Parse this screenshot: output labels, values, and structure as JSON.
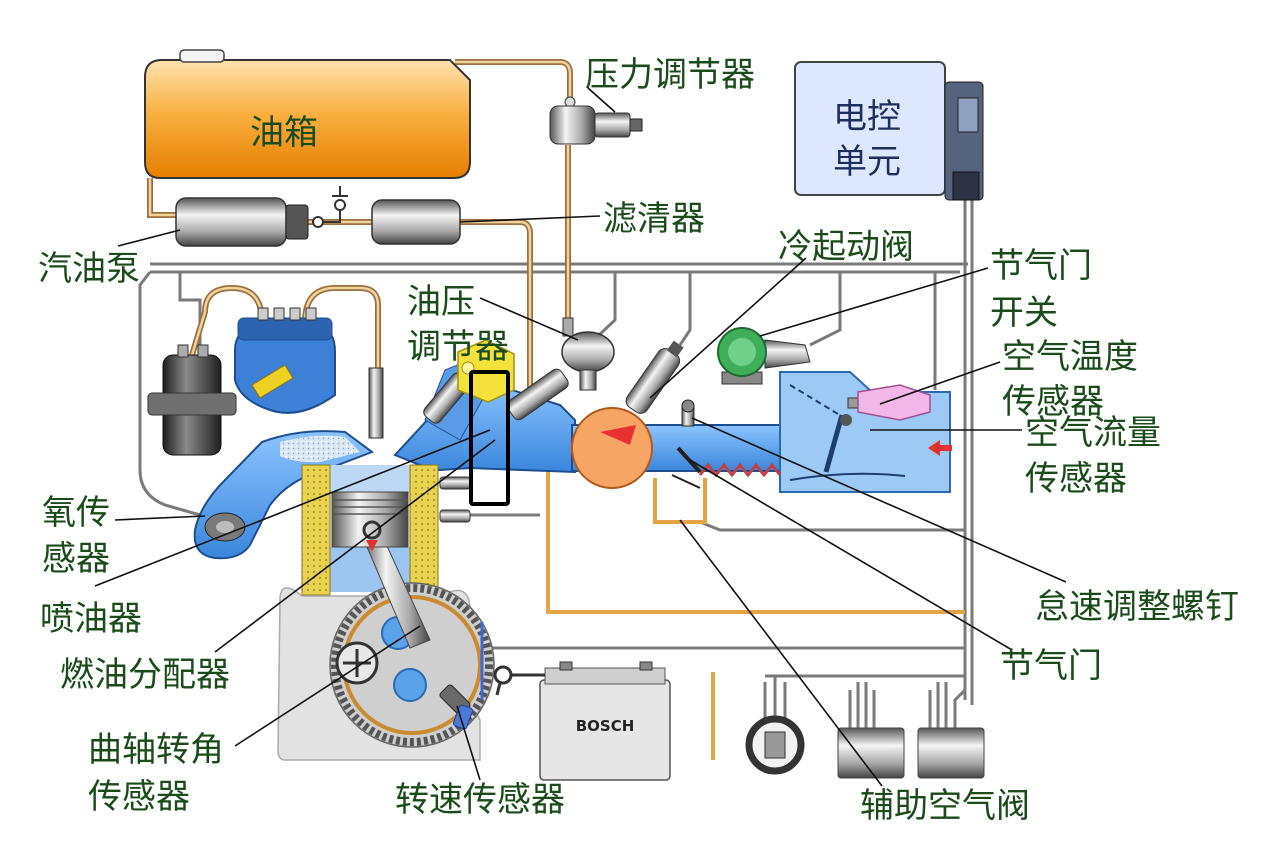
{
  "labels": {
    "fuel_tank": "油箱",
    "pressure_regulator": "压力调节器",
    "ecu_line1": "电控",
    "ecu_line2": "单元",
    "filter": "滤清器",
    "fuel_pump": "汽油泵",
    "cold_start_valve": "冷起动阀",
    "throttle_switch_line1": "节气门",
    "throttle_switch_line2": "开关",
    "oil_pressure_regulator_line1": "油压",
    "oil_pressure_regulator_line2": "调节器",
    "air_temp_sensor_line1": "空气温度",
    "air_temp_sensor_line2": "传感器",
    "air_flow_sensor_line1": "空气流量",
    "air_flow_sensor_line2": "传感器",
    "oxygen_sensor_line1": "氧传",
    "oxygen_sensor_line2": "感器",
    "injector": "喷油器",
    "fuel_distributor": "燃油分配器",
    "crank_angle_sensor_line1": "曲轴转角",
    "crank_angle_sensor_line2": "传感器",
    "speed_sensor": "转速传感器",
    "aux_air_valve": "辅助空气阀",
    "throttle": "节气门",
    "idle_screw": "怠速调整螺钉"
  },
  "battery_brand": "BOSCH",
  "colors": {
    "label_text": "#1b4a1b",
    "ecu_text": "#1c2d5e",
    "fuel_tank": "#f9b040",
    "ecu_box": "#dde8ff",
    "intake": "#3a86dc",
    "fuel_line": "#b8884a",
    "highlight_frame": "#000000"
  }
}
